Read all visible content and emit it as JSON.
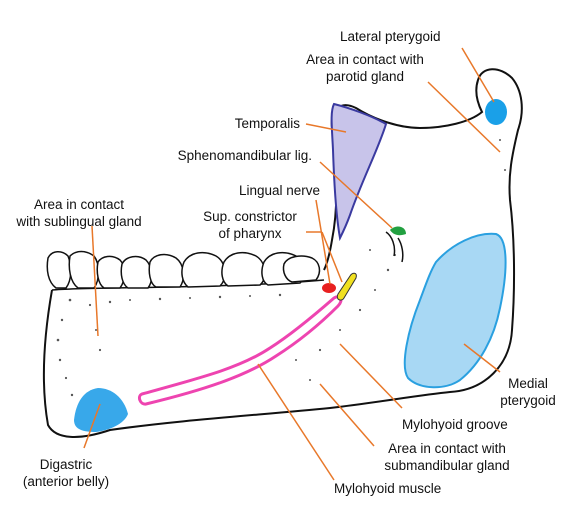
{
  "labels": {
    "lateral_pterygoid": "Lateral pterygoid",
    "parotid_line1": "Area in contact with",
    "parotid_line2": "parotid gland",
    "temporalis": "Temporalis",
    "sphenomandibular": "Sphenomandibular lig.",
    "lingual_nerve": "Lingual nerve",
    "sup_constrictor_line1": "Sup. constrictor",
    "sup_constrictor_line2": "of pharynx",
    "sublingual_line1": "Area in contact",
    "sublingual_line2": "with sublingual gland",
    "medial_pterygoid_line1": "Medial",
    "medial_pterygoid_line2": "pterygoid",
    "mylohyoid_groove": "Mylohyoid groove",
    "submandibular_line1": "Area in contact with",
    "submandibular_line2": "submandibular gland",
    "mylohyoid_muscle": "Mylohyoid muscle",
    "digastric_line1": "Digastric",
    "digastric_line2": "(anterior belly)"
  },
  "colors": {
    "leader_line": "#e8782a",
    "temporalis": "#c8c4ea",
    "temporalis_border": "#3a3aa0",
    "lateral_pterygoid": "#1aa0e8",
    "medial_pterygoid": "#a8d8f4",
    "medial_pterygoid_border": "#2aa0e0",
    "digastric": "#38a8ea",
    "lingual_nerve": "#e82020",
    "sup_constrictor": "#f0e020",
    "mylohyoid_line": "#ee44b0",
    "sphenomandibular": "#22a040",
    "bone_outline": "#111111"
  }
}
